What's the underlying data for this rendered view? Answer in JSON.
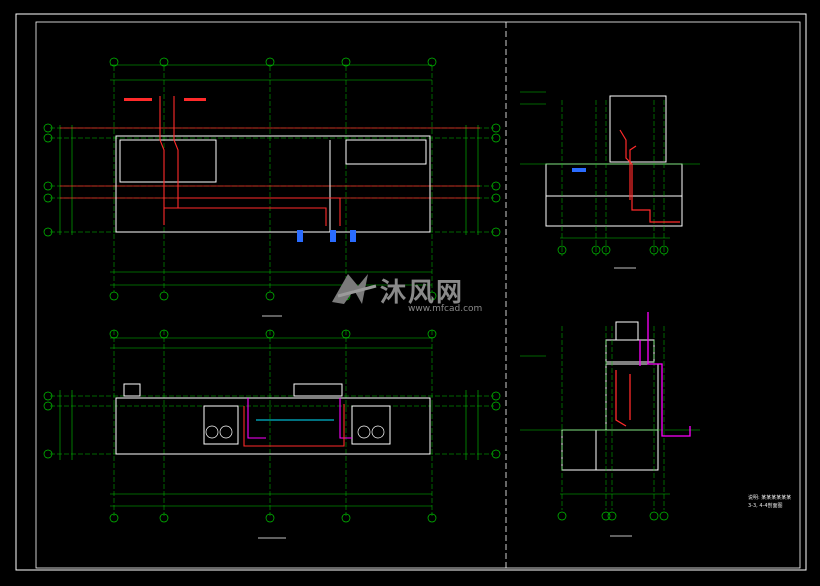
{
  "watermark": {
    "title": "沐风网",
    "url": "www.mfcad.com"
  },
  "notes": {
    "bottom_right_line1": "说明: 某某某某某某",
    "bottom_right_line2": "3-3, 4-4剖面图"
  },
  "colors": {
    "background": "#000000",
    "frame": "#ffffff",
    "grid": "#00c800",
    "wall": "#ffffff",
    "pipe_red": "#ff2a2a",
    "pipe_magenta": "#ff00ff",
    "pipe_cyan": "#00e5ff",
    "equipment_blue": "#2a6cff",
    "dim_yellow": "#e8e000"
  },
  "icons": {
    "logo": "mfcad-logo-icon"
  }
}
